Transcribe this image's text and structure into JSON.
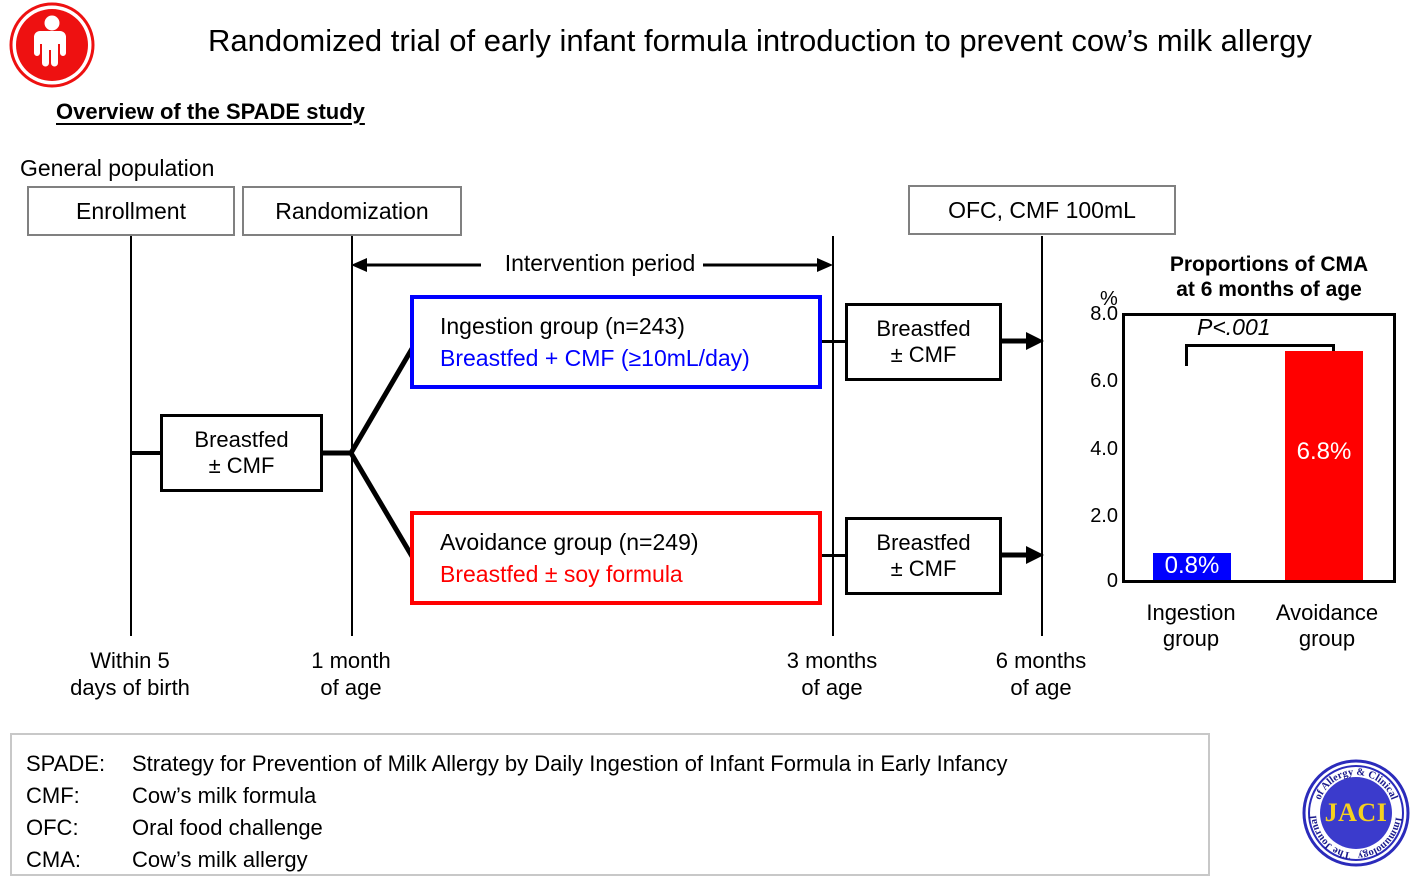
{
  "header": {
    "logo_icon": "red-circle-person-icon",
    "title": "Randomized trial of early infant formula introduction to prevent cow’s milk allergy",
    "section_title": "Overview of the SPADE study"
  },
  "diagram": {
    "population_label": "General population",
    "enrollment": "Enrollment",
    "randomization": "Randomization",
    "ofc": "OFC, CMF 100mL",
    "intervention_period": "Intervention period",
    "breastfed_initial_line1": "Breastfed",
    "breastfed_initial_line2": "± CMF",
    "ingestion_group_line1": "Ingestion group (n=243)",
    "ingestion_group_line2": "Breastfed + CMF (≥10mL/day)",
    "avoidance_group_line1": "Avoidance group (n=249)",
    "avoidance_group_line2": "Breastfed ± soy formula",
    "followup_ingestion_line1": "Breastfed",
    "followup_ingestion_line2": "± CMF",
    "followup_avoidance_line1": "Breastfed",
    "followup_avoidance_line2": "± CMF",
    "timeline": [
      {
        "line1": "Within 5",
        "line2": "days of birth"
      },
      {
        "line1": "1 month",
        "line2": "of age"
      },
      {
        "line1": "3 months",
        "line2": "of age"
      },
      {
        "line1": "6 months",
        "line2": "of age"
      }
    ],
    "colors": {
      "ingestion": "#0000ff",
      "avoidance": "#ff0000",
      "box_gray": "#808080",
      "box_black": "#000000"
    }
  },
  "chart_data": {
    "type": "bar",
    "title": "Proportions of CMA at 6 months of age",
    "title_line1": "Proportions of CMA",
    "title_line2": "at 6 months of age",
    "unit_label": "%",
    "categories": [
      "Ingestion group",
      "Avoidance group"
    ],
    "category_lines": [
      {
        "line1": "Ingestion",
        "line2": "group"
      },
      {
        "line1": "Avoidance",
        "line2": "group"
      }
    ],
    "values": [
      0.8,
      6.8
    ],
    "data_labels": [
      "0.8%",
      "6.8%"
    ],
    "colors": [
      "#0000ff",
      "#ff0000"
    ],
    "ylabel": "%",
    "xlabel": "",
    "ylim": [
      0,
      8.0
    ],
    "yticks": [
      "8.0",
      "6.0",
      "4.0",
      "2.0",
      "0"
    ],
    "ytick_values": [
      8.0,
      6.0,
      4.0,
      2.0,
      0
    ],
    "grid": false,
    "legend": "none",
    "annotation": "P<.001"
  },
  "footnote": {
    "rows": [
      {
        "term": "SPADE:",
        "definition": "Strategy for Prevention of Milk Allergy by Daily Ingestion of Infant Formula in Early Infancy"
      },
      {
        "term": "CMF:",
        "definition": "Cow’s milk formula"
      },
      {
        "term": "OFC:",
        "definition": "Oral food challenge"
      },
      {
        "term": "CMA:",
        "definition": "Cow’s milk allergy"
      }
    ]
  },
  "journal_logo": {
    "acronym": "JACI",
    "ring_text_top": "of Allergy & Clinical",
    "ring_text_bottom": "The Journal of Allergy & Clinical Immunology",
    "icon": "jaci-seal-icon"
  }
}
